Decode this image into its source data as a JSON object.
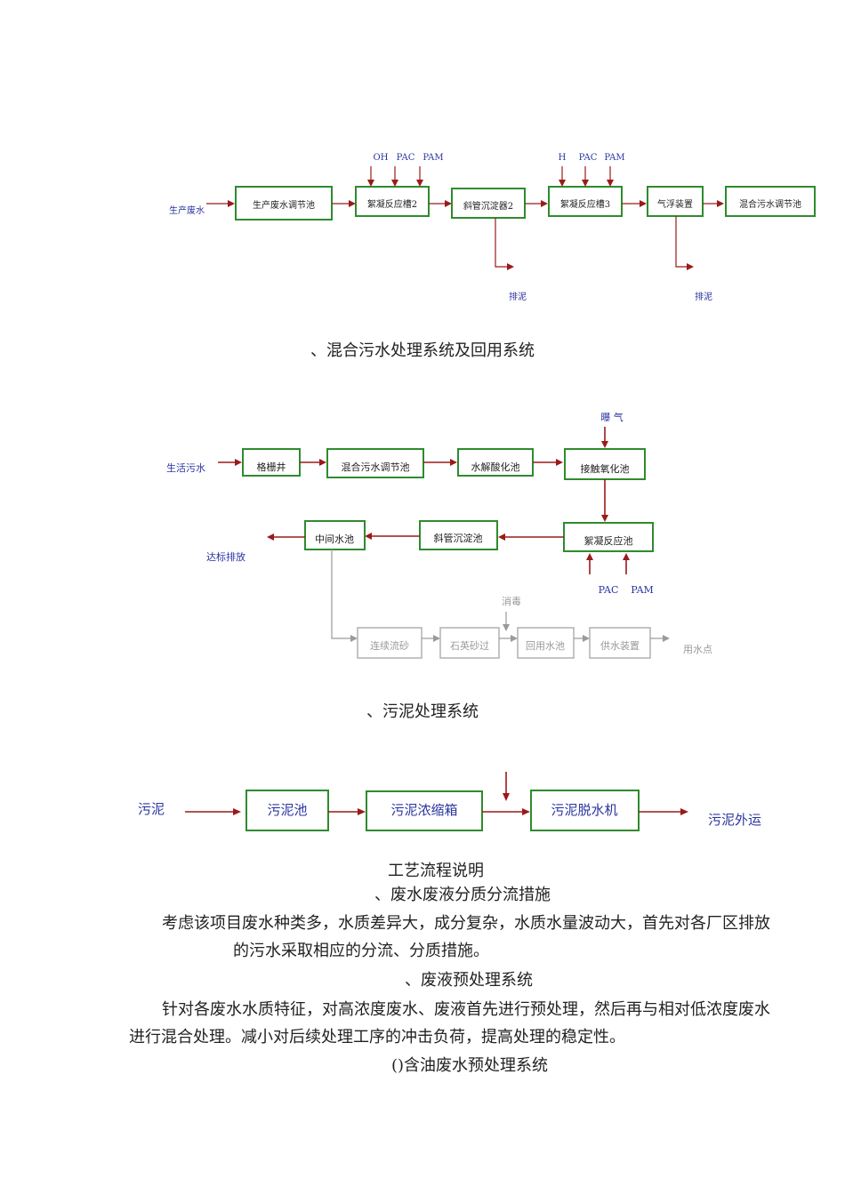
{
  "diagram1": {
    "input": "生产废水",
    "boxes": [
      "生产废水调节池",
      "絮凝反应槽2",
      "斜管沉淀器2",
      "絮凝反应槽3",
      "气浮装置",
      "混合污水调节池"
    ],
    "chem_a": [
      "OH",
      "PAC",
      "PAM"
    ],
    "chem_b": [
      "H",
      "PAC",
      "PAM"
    ],
    "sludge_1": "排泥",
    "sludge_2": "排泥"
  },
  "heading1": "、混合污水处理系统及回用系统",
  "diagram2": {
    "input": "生活污水",
    "row1": [
      "格栅井",
      "混合污水调节池",
      "水解酸化池",
      "接触氧化池"
    ],
    "aeration": "曝 气",
    "row2": [
      "中间水池",
      "斜管沉淀池",
      "絮凝反应池"
    ],
    "discharge": "达标排放",
    "chem": [
      "PAC",
      "PAM"
    ],
    "disinfect": "消毒",
    "row3": [
      "连续流砂",
      "石英砂过",
      "回用水池",
      "供水装置"
    ],
    "usage": "用水点"
  },
  "heading2": "、污泥处理系统",
  "diagram3": {
    "input": "污泥",
    "boxes": [
      "污泥池",
      "污泥浓缩箱",
      "污泥脱水机"
    ],
    "output": "污泥外运"
  },
  "text": {
    "title": "工艺流程说明",
    "sec1": "、废水废液分质分流措施",
    "para1_line1": "考虑该项目废水种类多，水质差异大，成分复杂，水质水量波动大，首先对各厂区排放",
    "para1_line2": "的污水采取相应的分流、分质措施。",
    "sec2": "、废液预处理系统",
    "para2_line1": "针对各废水水质特征，对高浓度废水、废液首先进行预处理，然后再与相对低浓度废水",
    "para2_line2": "进行混合处理。减小对后续处理工序的冲击负荷，提高处理的稳定性。",
    "sec3": "()含油废水预处理系统"
  }
}
